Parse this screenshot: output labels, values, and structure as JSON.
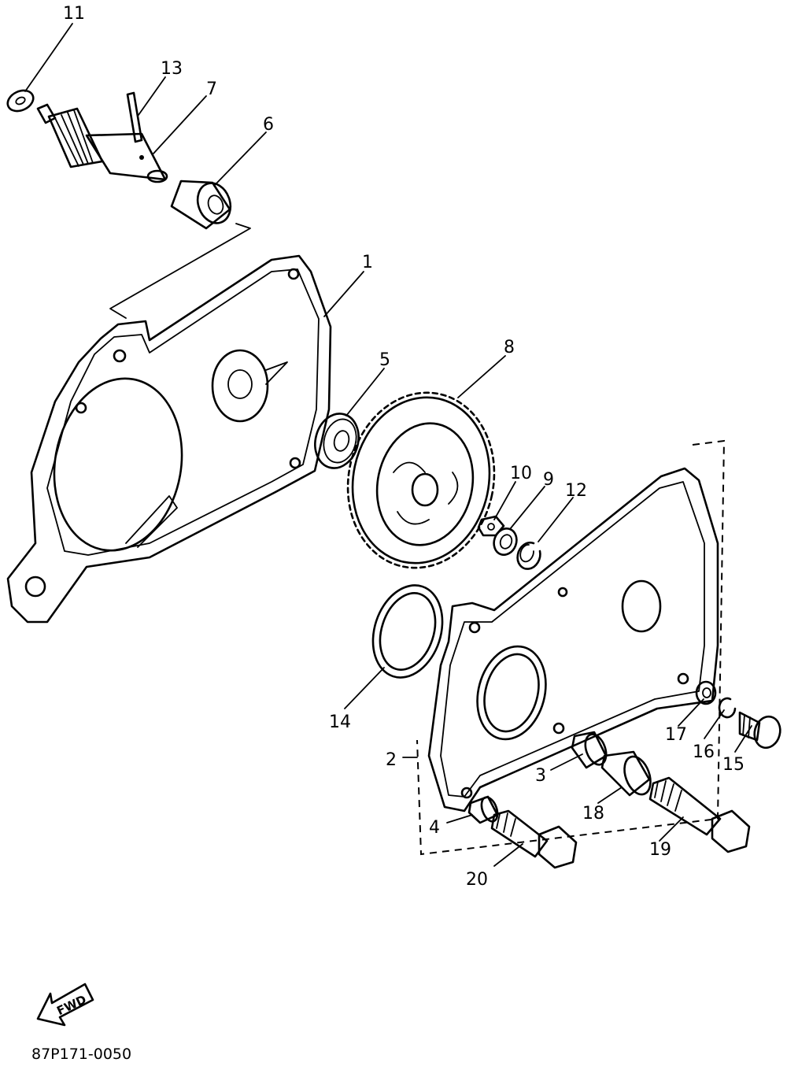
{
  "callouts": {
    "c1": "1",
    "c2": "2",
    "c3": "3",
    "c4": "4",
    "c5": "5",
    "c6": "6",
    "c7": "7",
    "c8": "8",
    "c9": "9",
    "c10": "10",
    "c11": "11",
    "c12": "12",
    "c13": "13",
    "c14": "14",
    "c15": "15",
    "c16": "16",
    "c17": "17",
    "c18": "18",
    "c19": "19",
    "c20": "20"
  },
  "direction_marker": "FWD",
  "diagram_code": "87P171-0050"
}
